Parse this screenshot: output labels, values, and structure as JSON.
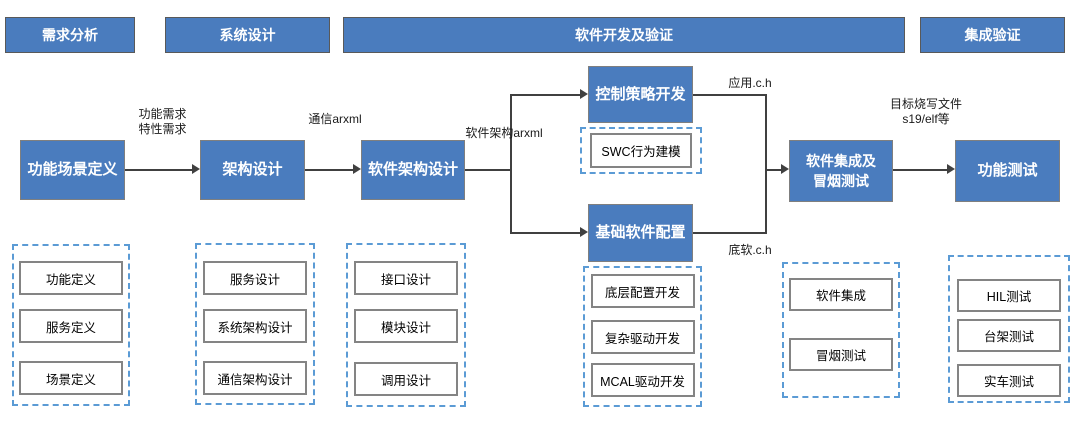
{
  "phases": [
    {
      "label": "需求分析"
    },
    {
      "label": "系统设计"
    },
    {
      "label": "软件开发及验证"
    },
    {
      "label": "集成验证"
    }
  ],
  "flow": {
    "function_scene": "功能场景定义",
    "architecture": "架构设计",
    "software_architecture": "软件架构设计",
    "control_strategy": "控制策略开发",
    "swc_modeling": "SWC行为建模",
    "basic_software": "基础软件配置",
    "integration_smoke": "软件集成及\n冒烟测试",
    "function_test": "功能测试"
  },
  "edge_labels": {
    "requirements": "功能需求\n特性需求",
    "comm_arxml": "通信arxml",
    "sw_arch_arxml": "软件架构arxml",
    "app_ch": "应用.c.h",
    "bottom_ch": "底软.c.h",
    "target_file": "目标烧写文件\ns19/elf等"
  },
  "groups": [
    {
      "items": [
        "功能定义",
        "服务定义",
        "场景定义"
      ]
    },
    {
      "items": [
        "服务设计",
        "系统架构设计",
        "通信架构设计"
      ]
    },
    {
      "items": [
        "接口设计",
        "模块设计",
        "调用设计"
      ]
    },
    {
      "items": [
        "底层配置开发",
        "复杂驱动开发",
        "MCAL驱动开发"
      ]
    },
    {
      "items": [
        "软件集成",
        "冒烟测试"
      ]
    },
    {
      "items": [
        "HIL测试",
        "台架测试",
        "实车测试"
      ]
    }
  ],
  "colors": {
    "box_blue": "#4A7CBE",
    "dashed_blue": "#5B9BD5",
    "line": "#404040"
  }
}
